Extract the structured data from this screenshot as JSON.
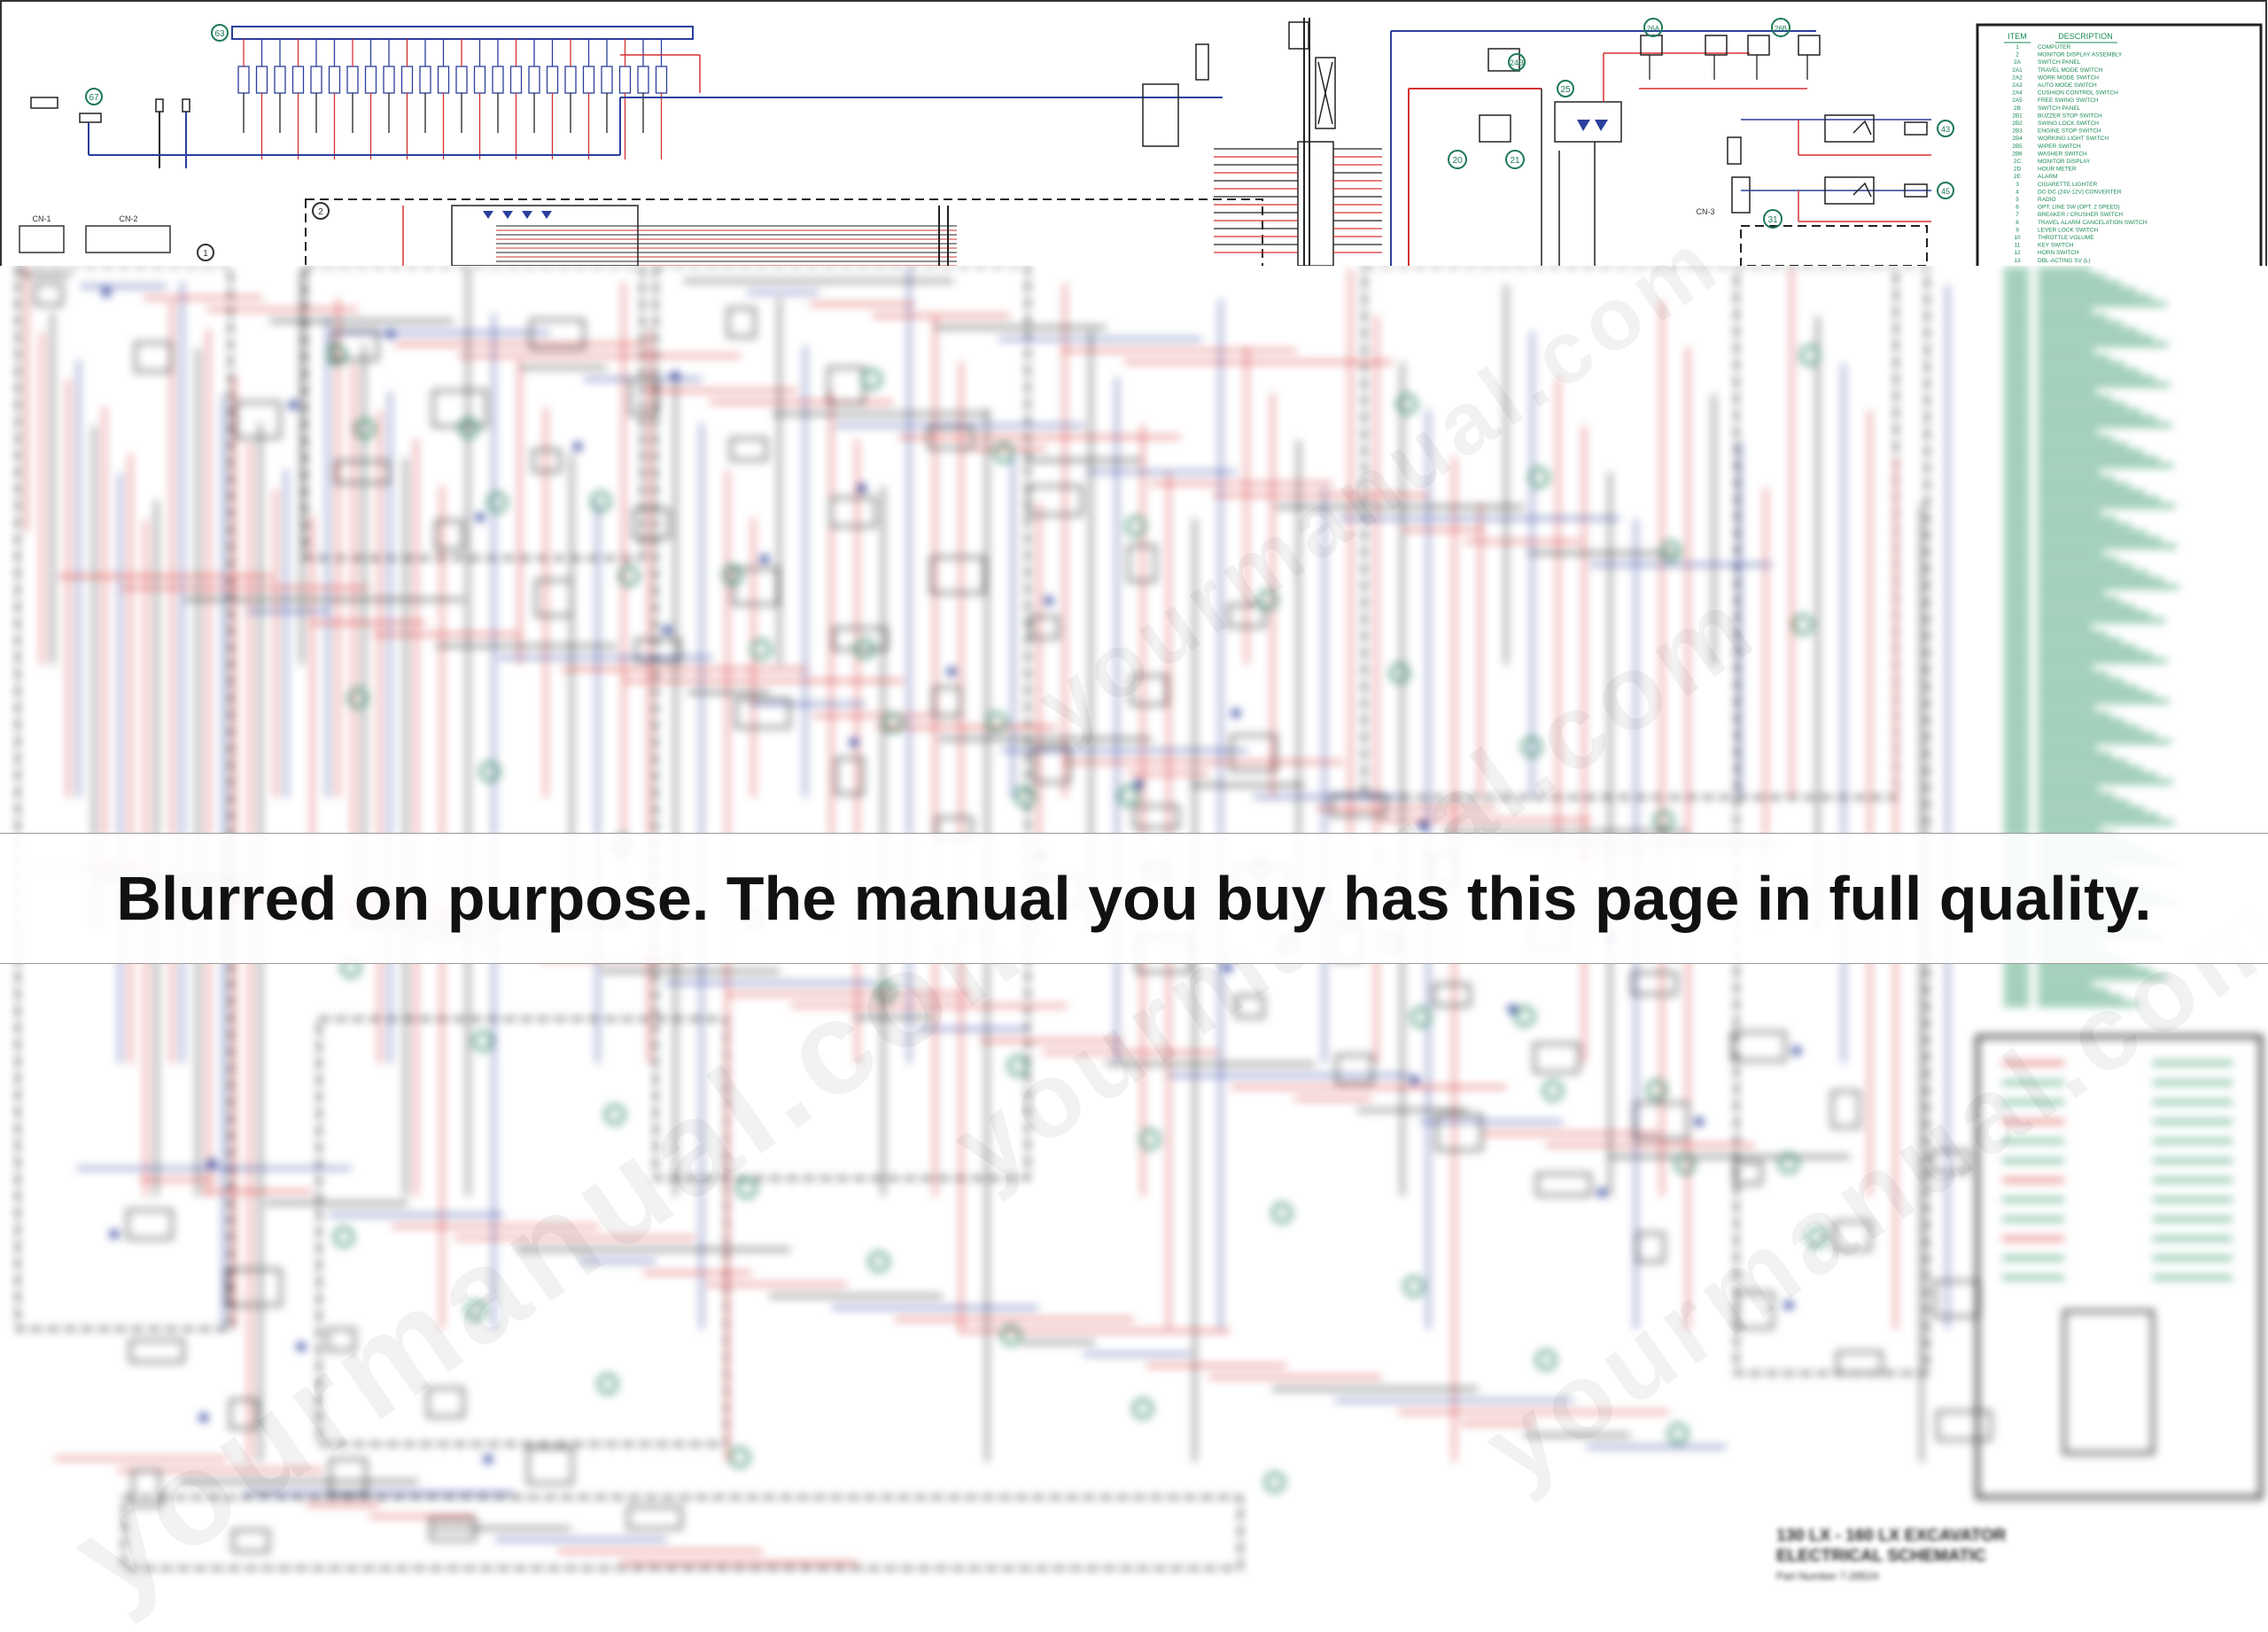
{
  "banner": {
    "text": "Blurred on purpose. The manual you buy has this page in full quality."
  },
  "watermark": {
    "text": "yourmanual.com"
  },
  "schematic": {
    "title_line1": "130 LX - 160 LX EXCAVATOR",
    "title_line2": "ELECTRICAL SCHEMATIC",
    "part_number": "Part Number 7-28524"
  },
  "legend": {
    "header_item": "ITEM",
    "header_description": "DESCRIPTION",
    "rows": [
      {
        "item": "1",
        "description": "COMPUTER"
      },
      {
        "item": "2",
        "description": "MONITOR DISPLAY ASSEMBLY"
      },
      {
        "item": "2A",
        "description": "SWITCH PANEL"
      },
      {
        "item": "2A1",
        "description": "TRAVEL MODE SWITCH"
      },
      {
        "item": "2A2",
        "description": "WORK MODE SWITCH"
      },
      {
        "item": "2A3",
        "description": "AUTO MODE SWITCH"
      },
      {
        "item": "2A4",
        "description": "CUSHION CONTROL SWITCH"
      },
      {
        "item": "2A5",
        "description": "FREE SWING SWITCH"
      },
      {
        "item": "2B",
        "description": "SWITCH PANEL"
      },
      {
        "item": "2B1",
        "description": "BUZZER STOP SWITCH"
      },
      {
        "item": "2B2",
        "description": "SWING LOCK SWITCH"
      },
      {
        "item": "2B3",
        "description": "ENGINE STOP SWITCH"
      },
      {
        "item": "2B4",
        "description": "WORKING LIGHT SWITCH"
      },
      {
        "item": "2B5",
        "description": "WIPER SWITCH"
      },
      {
        "item": "2B6",
        "description": "WASHER SWITCH"
      },
      {
        "item": "2C",
        "description": "MONITOR DISPLAY"
      },
      {
        "item": "2D",
        "description": "HOUR METER"
      },
      {
        "item": "2E",
        "description": "ALARM"
      },
      {
        "item": "3",
        "description": "CIGARETTE LIGHTER"
      },
      {
        "item": "4",
        "description": "DC-DC (24V-12V) CONVERTER"
      },
      {
        "item": "5",
        "description": "RADIO"
      },
      {
        "item": "6",
        "description": "OPT. LINE SW (OPT. 2 SPEED)"
      },
      {
        "item": "7",
        "description": "BREAKER / CRUSHER SWITCH"
      },
      {
        "item": "8",
        "description": "TRAVEL ALARM CANCELATION SWITCH"
      },
      {
        "item": "9",
        "description": "LEVER LOCK SWITCH"
      },
      {
        "item": "10",
        "description": "THROTTLE VOLUME"
      },
      {
        "item": "11",
        "description": "KEY SWITCH"
      },
      {
        "item": "12",
        "description": "HORN SWITCH"
      },
      {
        "item": "13",
        "description": "DBL-ACTING SV (L)"
      }
    ]
  },
  "callouts": {
    "c1": "1",
    "c2": "2",
    "c20": "20",
    "c21": "21",
    "c22": "22",
    "c23": "23",
    "c24b": "24B",
    "c25": "25",
    "c26a": "26A",
    "c26b": "26B",
    "c31": "31",
    "c43": "43",
    "c45": "45",
    "c63": "63",
    "c67": "67"
  },
  "connector_tags": {
    "cn1": "CN-1",
    "cn2": "CN-2",
    "cn3": "CN-3"
  },
  "colors": {
    "wire_red": "#d63030",
    "wire_blue": "#2a3f9c",
    "wire_black": "#222222",
    "legend_green": "#1a8a55",
    "callout_green": "#1e7a55"
  }
}
